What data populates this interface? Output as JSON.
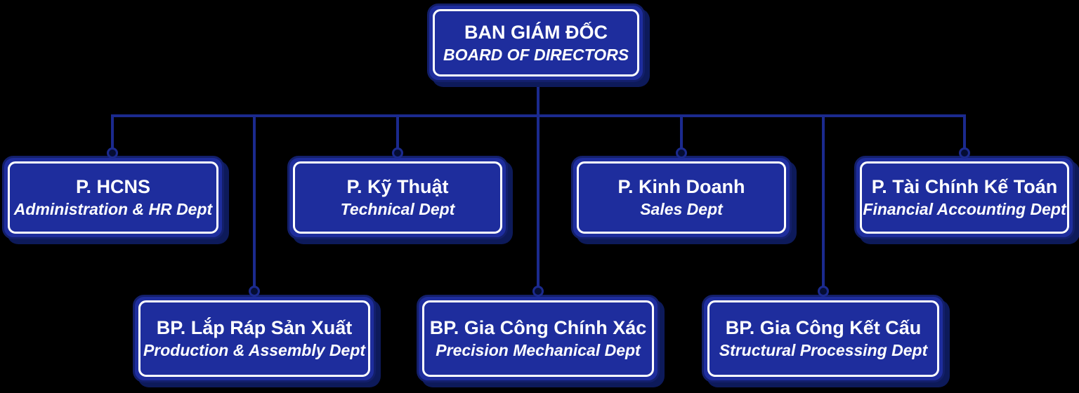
{
  "org_chart": {
    "root": {
      "title": "BAN GIÁM ĐỐC",
      "subtitle": "BOARD OF DIRECTORS"
    },
    "departments": [
      {
        "title": "P. HCNS",
        "subtitle": "Administration & HR Dept"
      },
      {
        "title": "P. Kỹ Thuật",
        "subtitle": "Technical Dept"
      },
      {
        "title": "P. Kinh Doanh",
        "subtitle": "Sales Dept"
      },
      {
        "title": "P. Tài Chính Kế Toán",
        "subtitle": "Financial Accounting Dept"
      }
    ],
    "sub_departments": [
      {
        "title": "BP. Lắp Ráp Sản Xuất",
        "subtitle": "Production & Assembly Dept"
      },
      {
        "title": "BP. Gia Công Chính Xác",
        "subtitle": "Precision Mechanical Dept"
      },
      {
        "title": "BP. Gia Công Kết Cấu",
        "subtitle": "Structural Processing Dept"
      }
    ]
  },
  "colors": {
    "background": "#000000",
    "box_fill": "#1e2d9d",
    "box_edge": "#131f6b",
    "inner_border": "#ffffff",
    "connector": "#1b2a8e",
    "shadow": "#0d1a5a",
    "dot_fill": "#050d33",
    "text": "#ffffff"
  }
}
